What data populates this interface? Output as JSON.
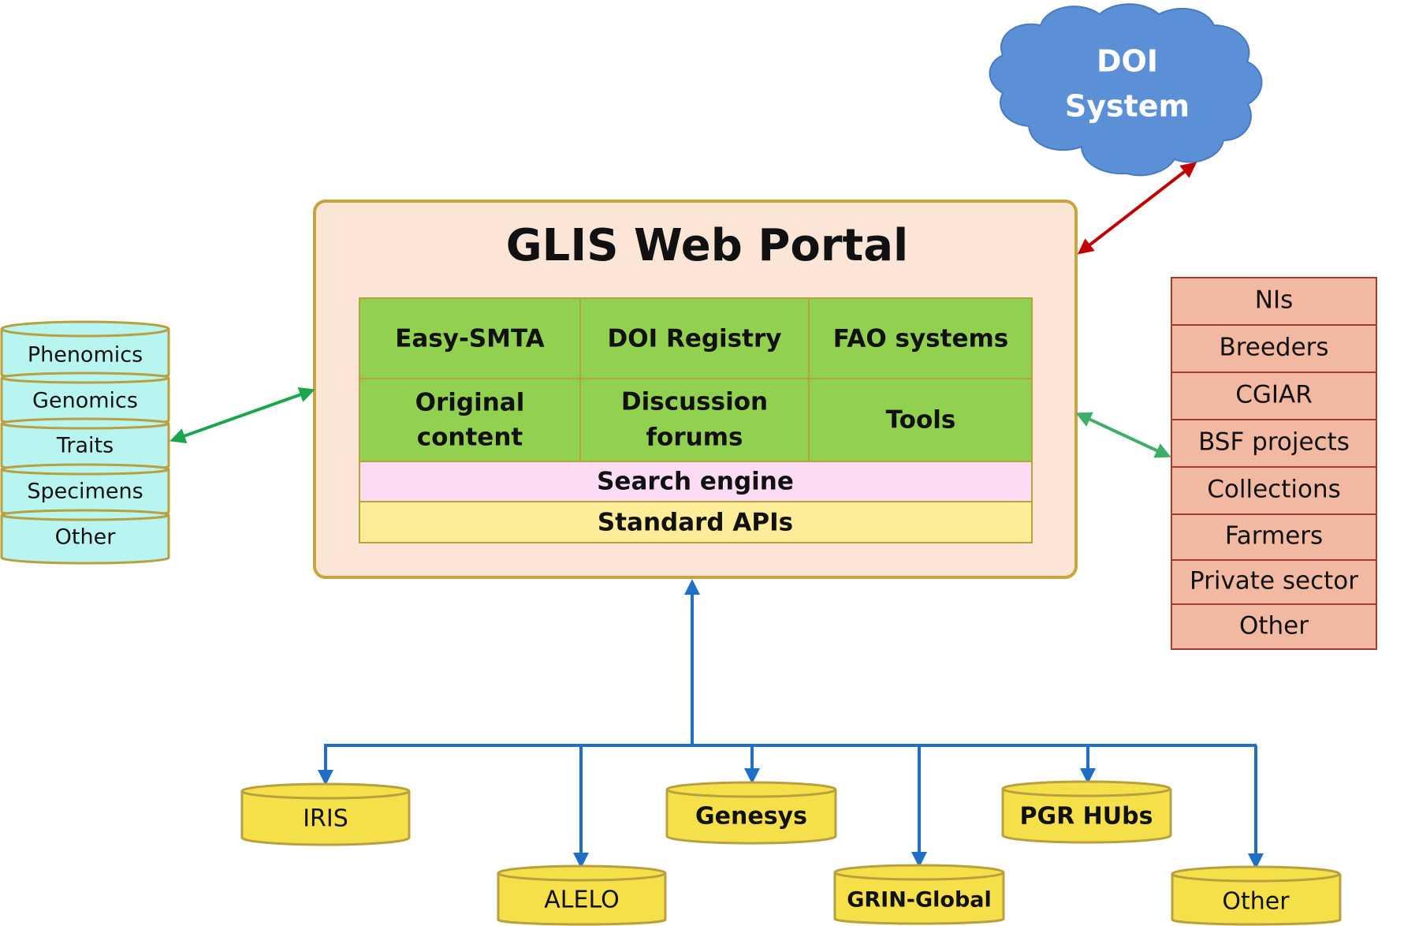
{
  "portal": {
    "title": "GLIS Web Portal",
    "grid": [
      [
        "Easy-SMTA",
        "DOI Registry",
        "FAO systems"
      ],
      [
        [
          "Original",
          "content"
        ],
        [
          "Discussion",
          "forums"
        ],
        "Tools"
      ]
    ],
    "search": "Search engine",
    "apis": "Standard APIs"
  },
  "cloud": {
    "lines": [
      "DOI",
      "System"
    ]
  },
  "left_stack": [
    "Phenomics",
    "Genomics",
    "Traits",
    "Specimens",
    "Other"
  ],
  "right_stack": [
    "NIs",
    "Breeders",
    "CGIAR",
    "BSF projects",
    "Collections",
    "Farmers",
    "Private sector",
    "Other"
  ],
  "bottom_dbs": [
    "IRIS",
    "ALELO",
    "Genesys",
    "GRIN-Global",
    "PGR HUbs",
    "Other"
  ],
  "colors": {
    "portal_fill": "#fbe5d6",
    "portal_border": "#c9a33c",
    "grid_green": "#92d050",
    "search_pink": "#fcdcf4",
    "api_yellow": "#fdec98",
    "cloud_blue": "#5b8fd6",
    "left_db": "#b9f5f0",
    "right_box": "#f2b9a2",
    "bottom_db": "#f6e04a",
    "arrow_green": "#1aa64a",
    "arrow_teal": "#3fae6a",
    "arrow_red": "#c00000",
    "arrow_blue": "#1f6fc6"
  }
}
